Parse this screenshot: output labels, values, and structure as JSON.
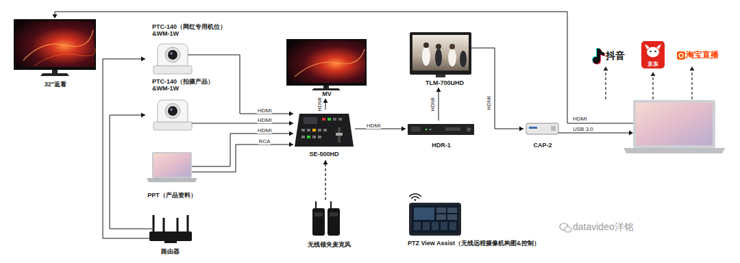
{
  "diagram": {
    "nodes": [
      {
        "text": [
          "32\"返看"
        ]
      },
      {
        "text": [
          "PTC-140（网红专用机位） &WM-1W"
        ]
      },
      {
        "text": [
          "PTC-140（拍摄产品） &WM-1W"
        ]
      },
      {
        "text": [
          "PPT（产品资料）"
        ]
      },
      {
        "text": [
          "路由器"
        ]
      },
      {
        "text": [
          "MV"
        ]
      },
      {
        "text": [
          "SE-500HD"
        ]
      },
      {
        "text": [
          "无线领夹麦克风"
        ]
      },
      {
        "text": [
          "TLM-700UHD"
        ]
      },
      {
        "text": [
          "HDR-1"
        ]
      },
      {
        "text": [
          "CAP-2"
        ]
      },
      {
        "text": [
          "PTZ View Assist（无线远程摄像机构图&控制）"
        ]
      },
      {
        "text": [
          "抖音"
        ]
      },
      {
        "text": [
          "京东"
        ]
      },
      {
        "text": [
          "淘宝直播"
        ]
      }
    ],
    "edges": [
      {
        "from": 1,
        "to": 6,
        "label": "HDMI",
        "arrow": "to"
      },
      {
        "from": 2,
        "to": 6,
        "label": "HDMI",
        "arrow": "to"
      },
      {
        "from": 3,
        "to": 6,
        "label": "HDMI",
        "arrow": "to"
      },
      {
        "from": 3,
        "to": 6,
        "label": "RCA",
        "arrow": "to"
      },
      {
        "from": 4,
        "to": 1,
        "arrow": "to"
      },
      {
        "from": 4,
        "to": 2,
        "arrow": "to"
      },
      {
        "from": 6,
        "to": 5,
        "label": "HDMI",
        "arrow": "to"
      },
      {
        "from": 7,
        "to": 6,
        "arrow": "to"
      },
      {
        "from": 6,
        "to": 9,
        "label": "HDMI",
        "arrow": "to"
      },
      {
        "from": 9,
        "to": 8,
        "label": "HDMI",
        "arrow": "to"
      },
      {
        "from": 8,
        "to": 10,
        "label": "HDMI",
        "arrow": "to"
      }
    ],
    "labels": [
      "HDMI",
      "USB 3.0",
      "datavideo洋铭"
    ]
  }
}
